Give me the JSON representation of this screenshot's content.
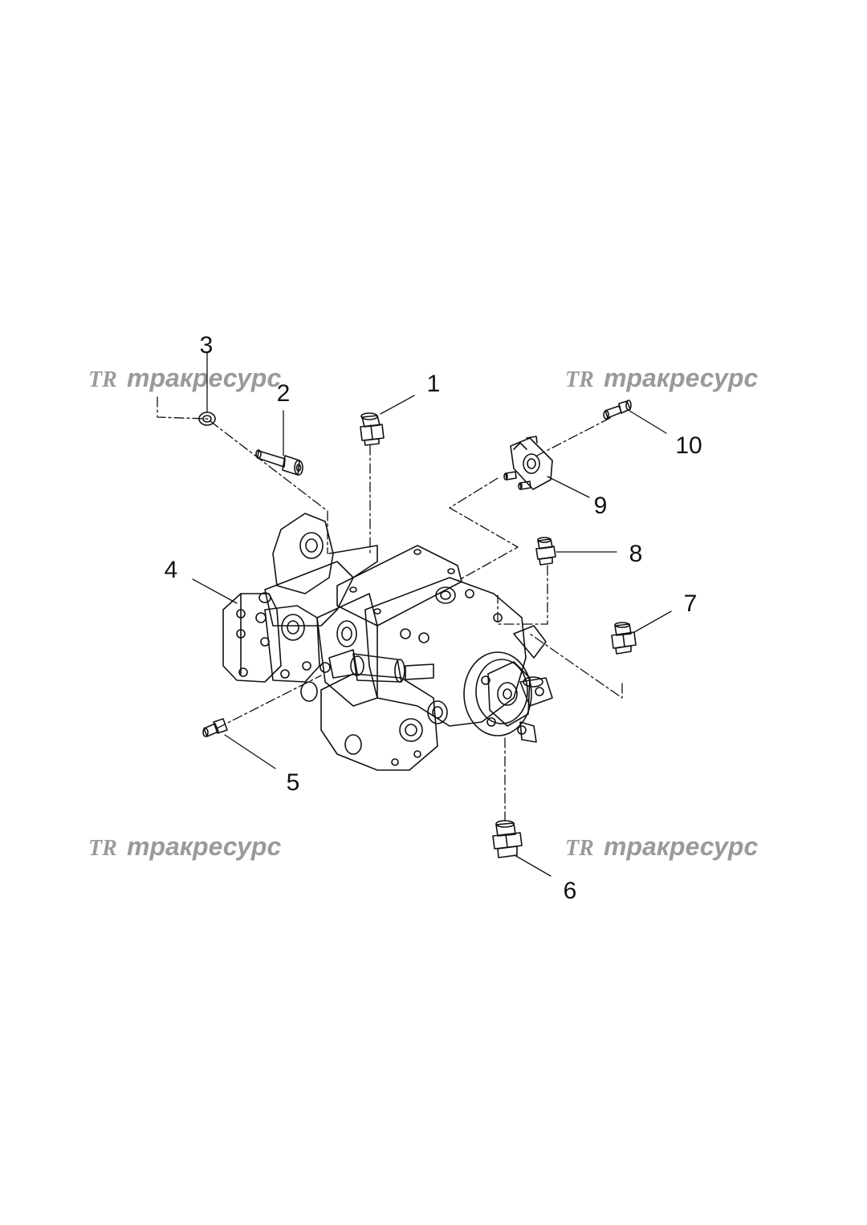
{
  "diagram": {
    "callouts": [
      "1",
      "2",
      "3",
      "4",
      "5",
      "6",
      "7",
      "8",
      "9",
      "10"
    ]
  },
  "watermark": {
    "logo": "TR",
    "text": "тракресурс",
    "color": "#9a9a9a"
  }
}
